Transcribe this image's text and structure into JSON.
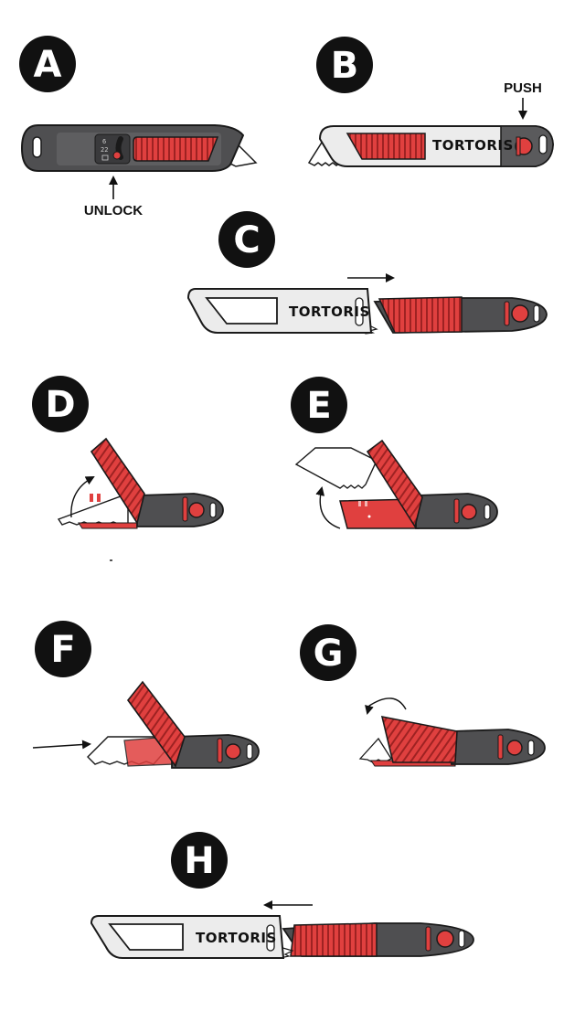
{
  "colors": {
    "badge": "#111111",
    "red": "#e0403f",
    "dark_red": "#b42a2a",
    "dark_grey": "#4f4f51",
    "mid_grey": "#6a6a6c",
    "light_body": "#ececec",
    "outline": "#1a1a1a",
    "blade": "#ffffff"
  },
  "steps": [
    {
      "id": "A",
      "badge": "A",
      "note": "UNLOCK",
      "lock_marks": [
        "6",
        "22"
      ]
    },
    {
      "id": "B",
      "badge": "B",
      "note": "PUSH",
      "brand": "TORTORIS"
    },
    {
      "id": "C",
      "badge": "C",
      "brand": "TORTORIS"
    },
    {
      "id": "D",
      "badge": "D"
    },
    {
      "id": "E",
      "badge": "E"
    },
    {
      "id": "F",
      "badge": "F"
    },
    {
      "id": "G",
      "badge": "G"
    },
    {
      "id": "H",
      "badge": "H",
      "brand": "TORTORIS"
    }
  ],
  "icons": [
    "arrow-up-icon",
    "arrow-down-icon",
    "arrow-right-icon",
    "arrow-left-icon",
    "curved-arrow-icon",
    "lock-icon"
  ]
}
